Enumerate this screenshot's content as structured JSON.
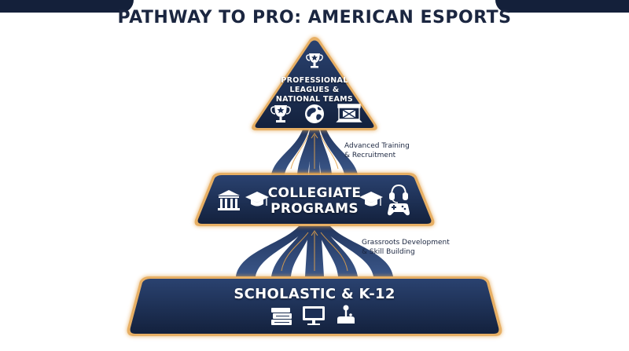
{
  "title": "PATHWAY TO PRO: AMERICAN ESPORTS",
  "tiers": {
    "pro": {
      "lines": [
        "PROFESSIONAL",
        "LEAGUES &",
        "NATIONAL TEAMS"
      ],
      "icons": [
        "trophy-icon",
        "globe-icon",
        "arena-stage-icon"
      ],
      "top_icon": "trophy-icon"
    },
    "collegiate": {
      "lines": [
        "COLLEGIATE",
        "PROGRAMS"
      ],
      "icons": [
        "university-icon",
        "graduation-cap-icon",
        "graduation-cap-icon",
        "headset-icon",
        "gamepad-icon"
      ]
    },
    "scholastic": {
      "lines": [
        "SCHOLASTIC & K-12"
      ],
      "icons": [
        "books-icon",
        "monitor-icon",
        "joystick-icon"
      ]
    }
  },
  "annotations": {
    "upper": {
      "lines": [
        "Advanced Training",
        "& Recruitment"
      ]
    },
    "lower": {
      "lines": [
        "Grassroots Development",
        "& Skill Building"
      ]
    }
  },
  "colors": {
    "navy": "#1c2f55",
    "navy_dark": "#13213d",
    "gold": "#e3a24a",
    "title": "#1b2640"
  }
}
